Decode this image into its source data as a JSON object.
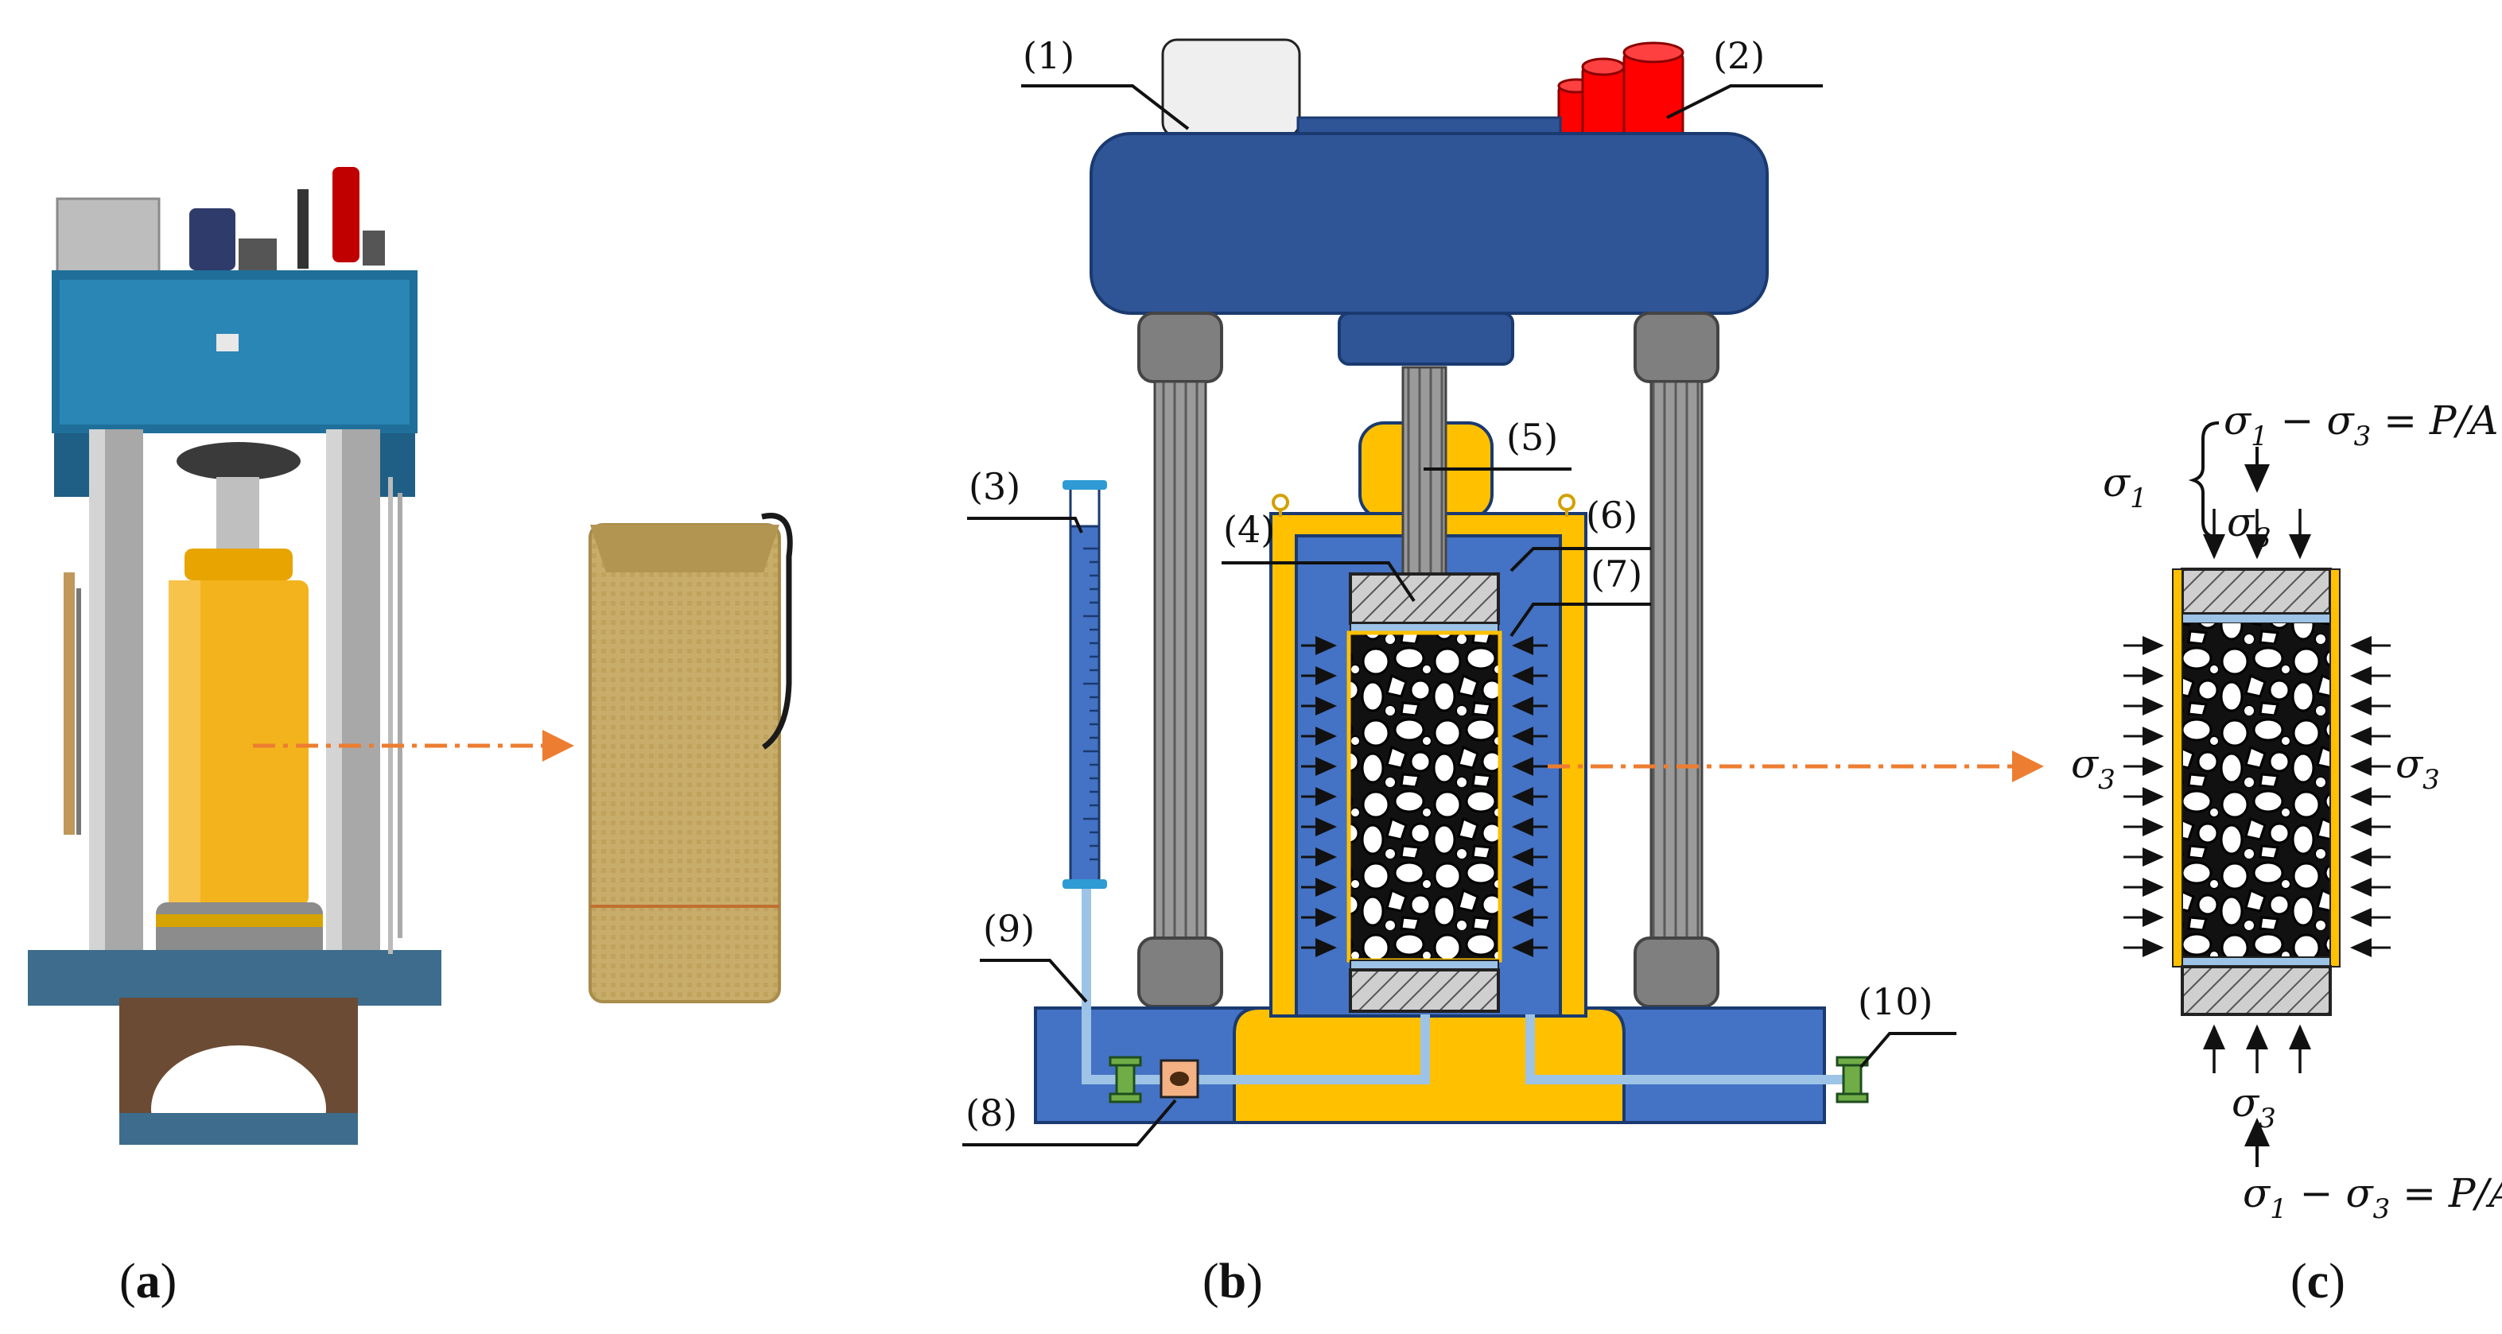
{
  "panel_labels": {
    "a": {
      "open": "(",
      "letter": "a",
      "close": ")"
    },
    "b": {
      "open": "(",
      "letter": "b",
      "close": ")"
    },
    "c": {
      "open": "(",
      "letter": "c",
      "close": ")"
    }
  },
  "callouts": [
    "(1)",
    "(2)",
    "(3)",
    "(4)",
    "(5)",
    "(6)",
    "(7)",
    "(8)",
    "(9)",
    "(10)"
  ],
  "stress": {
    "sigma": "σ",
    "sub1": "1",
    "sub3": "3",
    "minus": " − ",
    "eq_rhs": " = P/A"
  },
  "colors": {
    "frame_blue": "#2f5597",
    "base_blue": "#4472c4",
    "cell_yellow": "#ffc000",
    "water_blue": "#9dc3e6",
    "red_cylinder": "#ff0000",
    "arrow_orange": "#ed7d31",
    "column_grey": "#a6a6a6",
    "cap_grey": "#7f7f7f",
    "valve_green": "#70ad47"
  }
}
